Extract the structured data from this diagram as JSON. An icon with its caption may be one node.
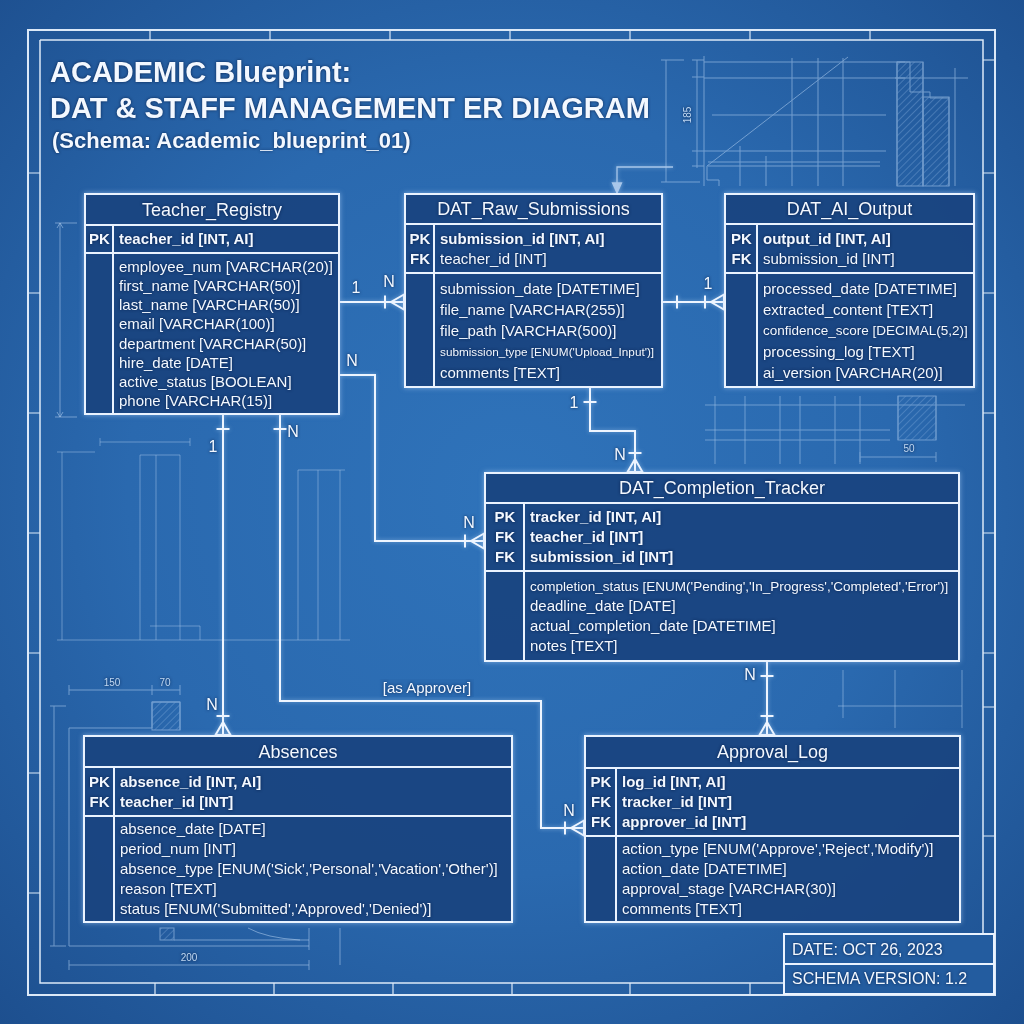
{
  "diagram": {
    "title": "ACADEMIC Blueprint: DAT & STAFF MANAGEMENT ER DIAGRAM",
    "nodes": [
      {
        "text": [
          "Teacher_Registry"
        ]
      },
      {
        "text": [
          "PK",
          "teacher_id [INT, AI]"
        ],
        "in": 0
      },
      {
        "text": [
          "employee_num [VARCHAR(20)]",
          "first_name [VARCHAR(50)]",
          "last_name [VARCHAR(50)]",
          "email [VARCHAR(100)]",
          "department [VARCHAR(50)]",
          "hire_date [DATE]",
          "active_status [BOOLEAN]",
          "phone [VARCHAR(15)]"
        ],
        "in": 0
      },
      {
        "text": [
          "DAT_Raw_Submissions"
        ]
      },
      {
        "text": [
          "PK",
          "submission_id [INT, AI]",
          "FK",
          "teacher_id [INT]"
        ],
        "in": 3
      },
      {
        "text": [
          "submission_date [DATETIME]",
          "file_name [VARCHAR(255)]",
          "file_path [VARCHAR(500)]",
          "submission_type [ENUM('Upload_Input')]",
          "comments [TEXT]"
        ],
        "in": 3
      },
      {
        "text": [
          "DAT_AI_Output"
        ]
      },
      {
        "text": [
          "PK",
          "output_id [INT, AI]",
          "FK",
          "submission_id [INT]"
        ],
        "in": 6
      },
      {
        "text": [
          "processed_date [DATETIME]",
          "extracted_content [TEXT]",
          "confidence_score [DECIMAL(5,2)]",
          "processing_log [TEXT]",
          "ai_version [VARCHAR(20)]"
        ],
        "in": 6
      },
      {
        "text": [
          "DAT_Completion_Tracker"
        ]
      },
      {
        "text": [
          "PK",
          "tracker_id [INT, AI]",
          "FK",
          "teacher_id [INT]",
          "FK",
          "submission_id [INT]"
        ],
        "in": 9
      },
      {
        "text": [
          "completion_status [ENUM('Pending','In_Progress','Completed','Error')]",
          "deadline_date [DATE]",
          "actual_completion_date [DATETIME]",
          "notes [TEXT]"
        ],
        "in": 9
      },
      {
        "text": [
          "Absences"
        ]
      },
      {
        "text": [
          "PK",
          "absence_id [INT, AI]",
          "FK",
          "teacher_id [INT]"
        ],
        "in": 12
      },
      {
        "text": [
          "absence_date [DATE]",
          "period_num [INT]",
          "absence_type [ENUM('Sick','Personal','Vacation','Other')]",
          "reason [TEXT]",
          "status [ENUM('Submitted','Approved','Denied')]"
        ],
        "in": 12
      },
      {
        "text": [
          "Approval_Log"
        ]
      },
      {
        "text": [
          "PK",
          "log_id [INT, AI]",
          "FK",
          "tracker_id [INT]",
          "FK",
          "approver_id [INT]"
        ],
        "in": 15
      },
      {
        "text": [
          "action_type [ENUM('Approve','Reject','Modify')]",
          "action_date [DATETIME]",
          "approval_stage [VARCHAR(30)]",
          "comments [TEXT]"
        ],
        "in": 15
      },
      {
        "text": [
          "DATE: OCT 26, 2023",
          "SCHEMA VERSION: 1.2"
        ]
      }
    ],
    "edges": [
      {
        "from": 0,
        "to": 3,
        "arrow": "other"
      },
      {
        "from": 3,
        "to": 6,
        "arrow": "other"
      },
      {
        "from": 3,
        "to": 9,
        "arrow": "other"
      },
      {
        "from": 0,
        "to": 9,
        "arrow": "other"
      },
      {
        "from": 0,
        "to": 12,
        "arrow": "other"
      },
      {
        "from": 0,
        "to": 15,
        "arrow": "other",
        "label": "[as Approver]"
      },
      {
        "from": 9,
        "to": 15,
        "arrow": "other"
      },
      {
        "from": null,
        "to": 3,
        "arrow": "to",
        "color": "#a9c7ea"
      }
    ],
    "labels": [
      "(Schema: Academic_blueprint_01)",
      "185",
      "1",
      "N",
      "1",
      "N",
      "1",
      "1",
      "N",
      "N",
      "50",
      "N",
      "150",
      "70",
      "N",
      "N",
      "N",
      "200"
    ]
  }
}
